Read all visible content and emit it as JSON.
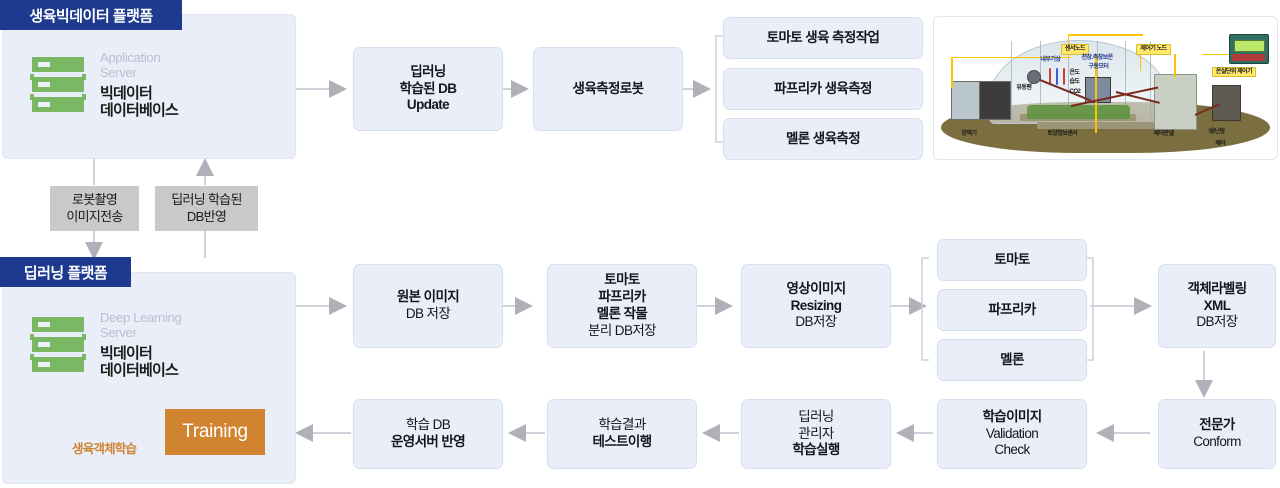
{
  "platforms": {
    "top": {
      "title": "생육빅데이터 플랫폼",
      "server_sub": "Application\nServer",
      "server_sub_line1": "Application",
      "server_sub_line2": "Server",
      "server_main_line1": "빅데이터",
      "server_main_line2": "데이터베이스"
    },
    "bottom": {
      "title": "딥러닝 플랫폼",
      "server_sub_line1": "Deep Learning",
      "server_sub_line2": "Server",
      "server_main_line1": "빅데이터",
      "server_main_line2": "데이터베이스",
      "training_label": "Training",
      "loop_label": "생육객체학습"
    }
  },
  "connectors": {
    "robot_capture": {
      "line1": "로봇촬영",
      "line2": "이미지전송"
    },
    "db_reflect": {
      "line1": "딥러닝 학습된",
      "line2": "DB반영"
    }
  },
  "flow_top": {
    "deep_db_update": {
      "line1": "딥러닝",
      "line2": "학습된 DB",
      "line3": "Update"
    },
    "measure_robot": {
      "line1": "생육측정로봇"
    },
    "branch": [
      {
        "label": "토마토 생육 측정작업"
      },
      {
        "label": "파프리카 생육측정"
      },
      {
        "label": "멜론 생육측정"
      }
    ]
  },
  "flow_mid": {
    "origin_image": {
      "line1": "원본 이미지",
      "line2": "DB 저장"
    },
    "crop_split": {
      "line1": "토마토",
      "line2": "파프리카",
      "line3": "멜론 작물",
      "line4": "분리 DB저장"
    },
    "resizing": {
      "line1": "영상이미지",
      "line2": "Resizing",
      "line3": "DB저장"
    },
    "crops": [
      {
        "label": "토마토"
      },
      {
        "label": "파프리카"
      },
      {
        "label": "멜론"
      }
    ],
    "labeling_xml": {
      "line1": "객체라벨링",
      "line2": "XML",
      "line3": "DB저장"
    }
  },
  "flow_bottom": {
    "expert_conform": {
      "line1": "전문가",
      "line2": "Conform"
    },
    "validation_check": {
      "line1": "학습이미지",
      "line2": "Validation",
      "line3": "Check"
    },
    "deep_manager": {
      "line1": "딥러닝",
      "line2": "관리자",
      "line3": "학습실행"
    },
    "test_result": {
      "line1": "학습결과",
      "line2": "테스트이행"
    },
    "apply_db": {
      "line1": "학습 DB",
      "line2": "운영서버 반영"
    }
  },
  "greenhouse": {
    "tags": {
      "sensor_node": "센서노드",
      "controller_node": "제어기 노드",
      "greenhouse_unit_controller": "온실단위 제어기"
    },
    "captions": {
      "inner_weather": "내부기상",
      "roof_side_insulation": "천장.측창보온",
      "drive_motor": "구동모터",
      "temperature": "온도",
      "humidity": "습도",
      "co2": "CO2",
      "circulation_fan": "유동팬",
      "nutrient_supply": "양액기",
      "soil_sensor": "토양정보센서",
      "control_panel": "제어판넬",
      "cooling_heating_1": "냉/난방",
      "cooling_heating_2": "제어"
    }
  },
  "colors": {
    "navy": "#1d3a8f",
    "panel": "#e9eef8",
    "box": "#e9eef8",
    "gray_label": "#c9c9c9",
    "training_orange": "#d08430",
    "server_green": "#7ab863",
    "arrow_gray": "#b0b0b8"
  }
}
